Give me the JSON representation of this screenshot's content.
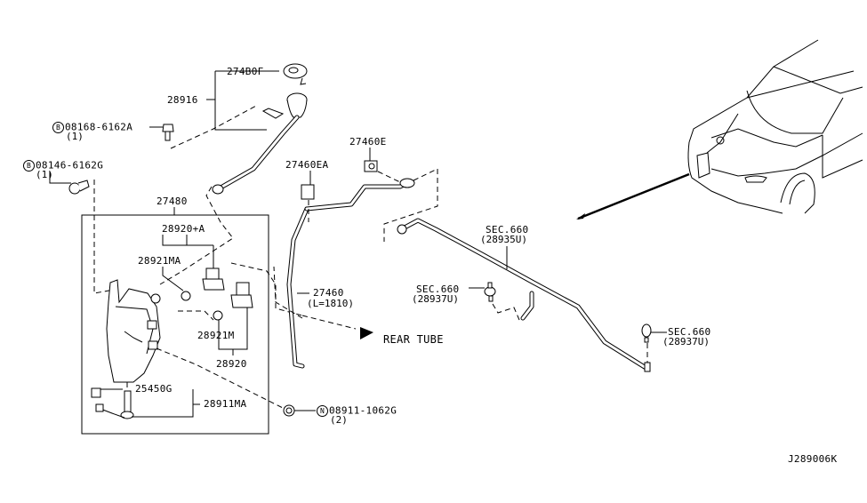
{
  "diagram": {
    "code": "J289006K",
    "labels": {
      "filler_cap": "274B0F",
      "filler_neck": "28916",
      "bolt_a": {
        "marker": "B",
        "part": "08168-6162A",
        "qty": "(1)"
      },
      "bolt_g": {
        "marker": "B",
        "part": "08146-6162G",
        "qty": "(1)"
      },
      "tank": "27480",
      "pump_set_a": "28920+A",
      "grommet_ma": "28921MA",
      "grommet_m": "28921M",
      "pump": "28920",
      "level_sensor_seal": "25450G",
      "level_sensor": "28911MA",
      "clip_e": "27460E",
      "clip_ea": "27460EA",
      "tube": "27460",
      "tube_length": "(L=1810)",
      "rear_tube": "REAR TUBE",
      "nut": {
        "marker": "N",
        "part": "08911-1062G",
        "qty": "(2)"
      },
      "sec_hose": {
        "sec": "SEC.660",
        "part": "(28935U)"
      },
      "sec_nozzle_left": {
        "sec": "SEC.660",
        "part": "(28937U)"
      },
      "sec_nozzle_right": {
        "sec": "SEC.660",
        "part": "(28937U)"
      }
    }
  }
}
